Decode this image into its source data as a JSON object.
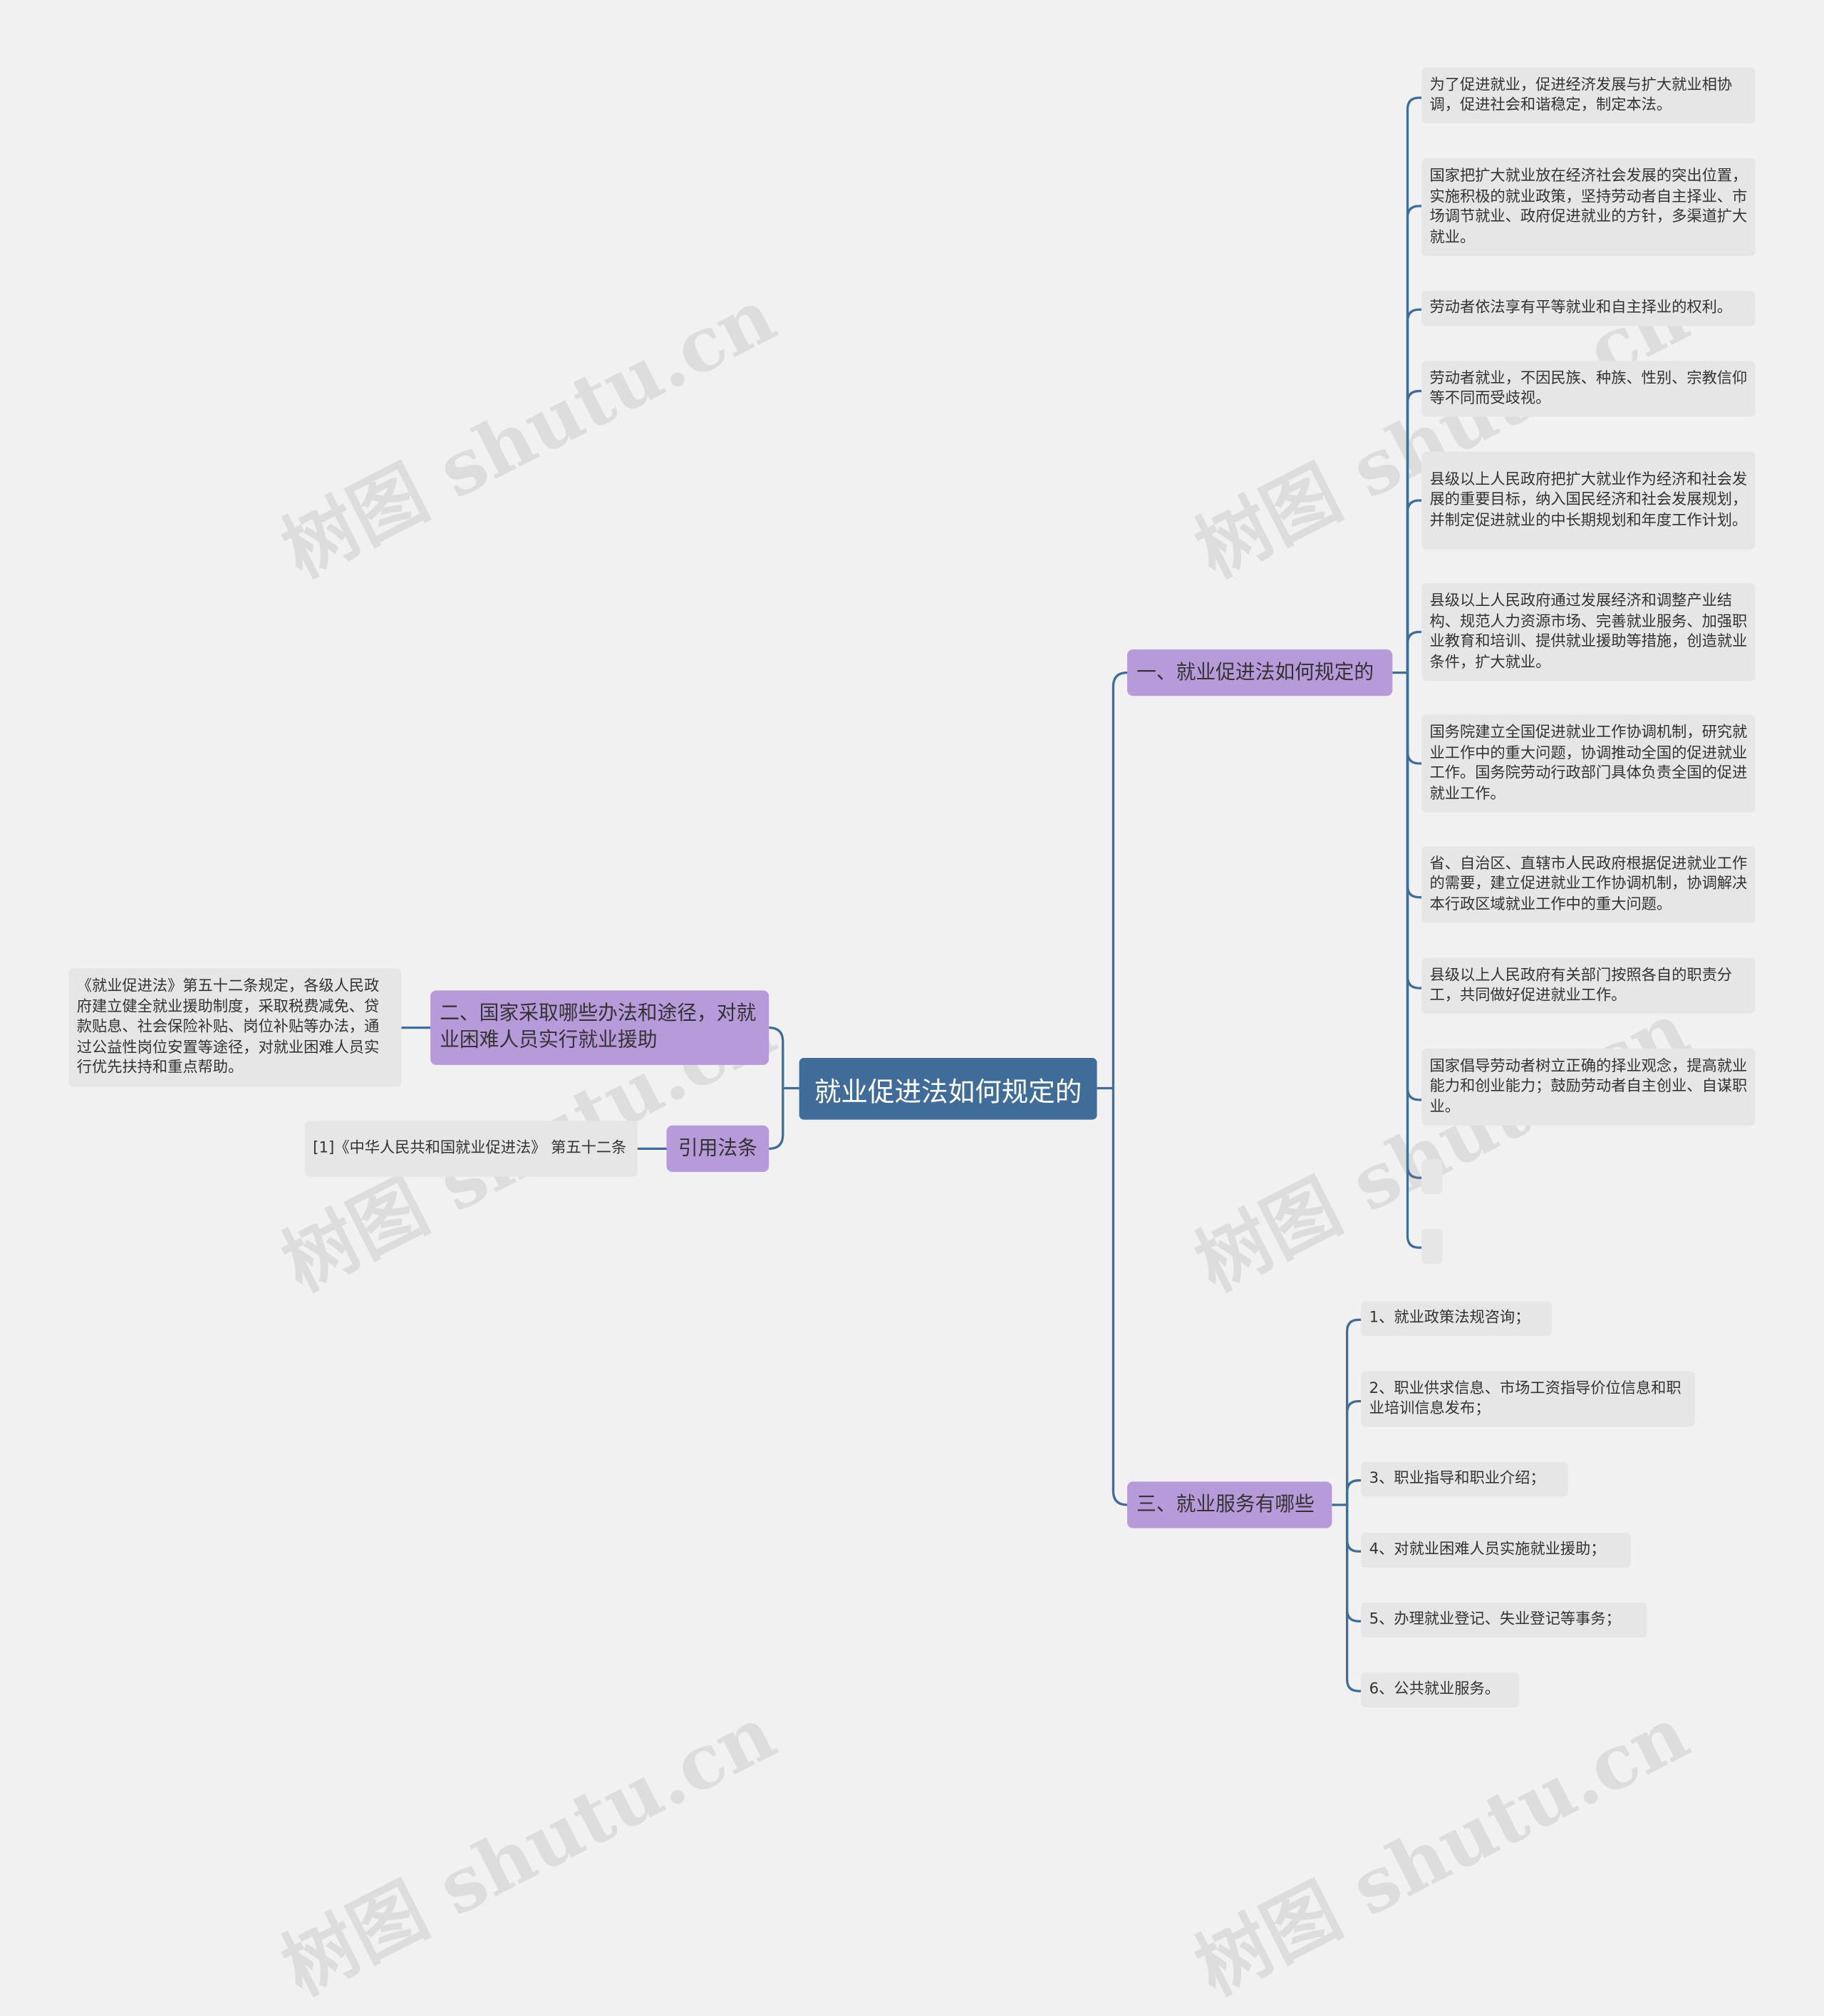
{
  "root": {
    "label": "就业促进法如何规定的"
  },
  "branches": [
    {
      "label": "一、就业促进法如何规定的",
      "items": [
        "为了促进就业，促进经济发展与扩大就业相协调，促进社会和谐稳定，制定本法。",
        "国家把扩大就业放在经济社会发展的突出位置，实施积极的就业政策，坚持劳动者自主择业、市场调节就业、政府促进就业的方针，多渠道扩大就业。",
        "劳动者依法享有平等就业和自主择业的权利。",
        "劳动者就业，不因民族、种族、性别、宗教信仰等不同而受歧视。",
        "县级以上人民政府把扩大就业作为经济和社会发展的重要目标，纳入国民经济和社会发展规划，并制定促进就业的中长期规划和年度工作计划。",
        "县级以上人民政府通过发展经济和调整产业结构、规范人力资源市场、完善就业服务、加强职业教育和培训、提供就业援助等措施，创造就业条件，扩大就业。",
        "国务院建立全国促进就业工作协调机制，研究就业工作中的重大问题，协调推动全国的促进就业工作。国务院劳动行政部门具体负责全国的促进就业工作。",
        "省、自治区、直辖市人民政府根据促进就业工作的需要，建立促进就业工作协调机制，协调解决本行政区域就业工作中的重大问题。",
        "县级以上人民政府有关部门按照各自的职责分工，共同做好促进就业工作。",
        "国家倡导劳动者树立正确的择业观念，提高就业能力和创业能力；鼓励劳动者自主创业、自谋职业。",
        "",
        ""
      ]
    },
    {
      "label": "三、就业服务有哪些",
      "items": [
        "1、就业政策法规咨询；",
        "2、职业供求信息、市场工资指导价位信息和职业培训信息发布；",
        "3、职业指导和职业介绍；",
        "4、对就业困难人员实施就业援助；",
        "5、办理就业登记、失业登记等事务；",
        "6、公共就业服务。"
      ]
    },
    {
      "label": "二、国家采取哪些办法和途径，对就业困难人员实行就业援助",
      "items": [
        "《就业促进法》第五十二条规定，各级人民政府建立健全就业援助制度，采取税费减免、贷款贴息、社会保险补贴、岗位补贴等办法，通过公益性岗位安置等途径，对就业困难人员实行优先扶持和重点帮助。"
      ]
    },
    {
      "label": "引用法条",
      "items": [
        "[1]《中华人民共和国就业促进法》 第五十二条"
      ]
    }
  ],
  "watermark": "树图 shutu.cn",
  "colors": {
    "root_fill": "#3f6c98",
    "branch_fill": "#b79ad9",
    "leaf_fill": "#e6e6e6",
    "connector": "#3f6c98",
    "background": "#f1f1f1"
  }
}
